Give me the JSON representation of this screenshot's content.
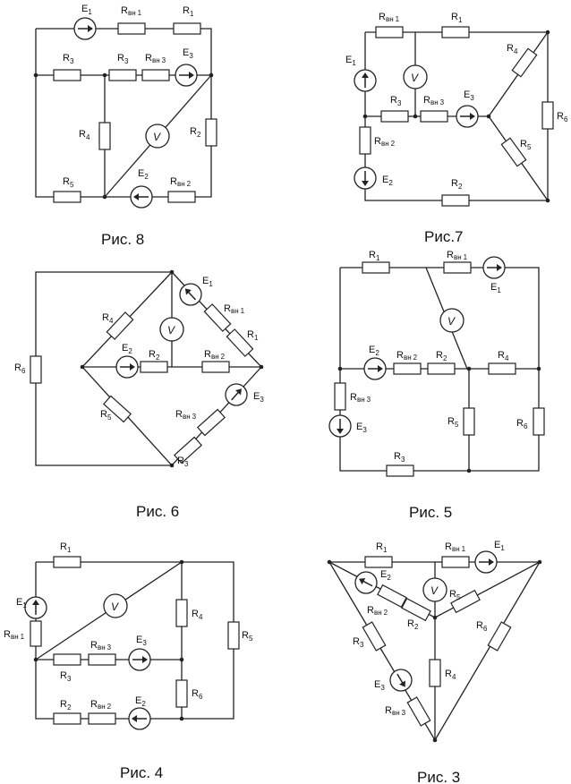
{
  "captions": {
    "fig8": "Рис. 8",
    "fig7": "Рис.7",
    "fig6": "Рис. 6",
    "fig5": "Рис. 5",
    "fig4": "Рис. 4",
    "fig3": "Рис. 3"
  },
  "symbols": {
    "R": "R",
    "E": "E",
    "V": "V",
    "vn": "вн",
    "s1": "1",
    "s2": "2",
    "s3": "3",
    "s4": "4",
    "s5": "5",
    "s6": "6"
  },
  "figures": [
    {
      "id": "fig8",
      "components": [
        "E1",
        "Rвн1",
        "R1",
        "R3",
        "R3",
        "Rвн3",
        "E3",
        "R4",
        "R2",
        "R5",
        "E2",
        "Rвн2",
        "V"
      ]
    },
    {
      "id": "fig7",
      "components": [
        "Rвн1",
        "R1",
        "E1",
        "R4",
        "R3",
        "Rвн3",
        "E3",
        "R6",
        "Rвн2",
        "R5",
        "E2",
        "R2",
        "V"
      ]
    },
    {
      "id": "fig6",
      "components": [
        "E1",
        "Rвн1",
        "R1",
        "R4",
        "E2",
        "R2",
        "Rвн2",
        "R6",
        "R5",
        "Rвн3",
        "E3",
        "R3",
        "V"
      ]
    },
    {
      "id": "fig5",
      "components": [
        "R1",
        "Rвн1",
        "E1",
        "E2",
        "Rвн2",
        "R2",
        "R4",
        "Rвн3",
        "E3",
        "R5",
        "R6",
        "R3",
        "V"
      ]
    },
    {
      "id": "fig4",
      "components": [
        "R1",
        "E1",
        "Rвн1",
        "R4",
        "R5",
        "R3",
        "Rвн3",
        "E3",
        "R6",
        "R2",
        "Rвн2",
        "E2",
        "V"
      ]
    },
    {
      "id": "fig3",
      "components": [
        "R1",
        "Rвн1",
        "E1",
        "E2",
        "Rвн2",
        "R2",
        "R5",
        "R6",
        "R3",
        "R4",
        "E3",
        "Rвн3",
        "V"
      ]
    }
  ]
}
